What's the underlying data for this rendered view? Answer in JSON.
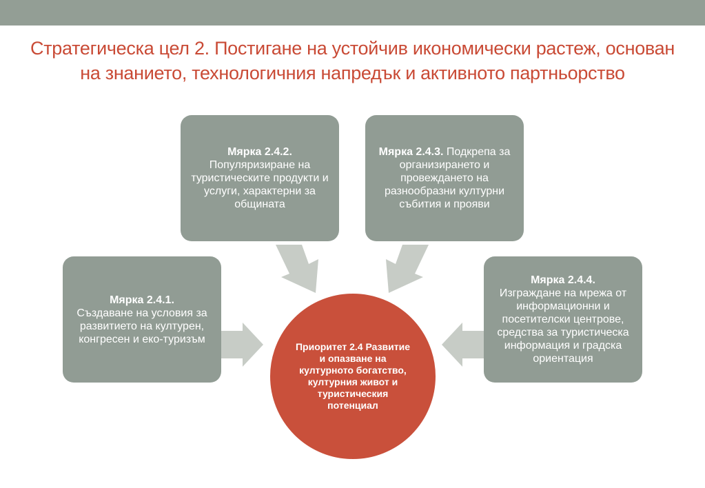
{
  "title": "Стратегическа цел 2. Постигане на устойчив икономически растеж, основан на знанието, технологичния напредък и активното партньорство",
  "measures": [
    {
      "heading": "Мярка 2.4.1.",
      "text": "Създаване на условия за развитието на културен, конгресен и еко-туризъм"
    },
    {
      "heading": "Мярка 2.4.2.",
      "text": "Популяризиране  на туристическите продукти и услуги, характерни за общината"
    },
    {
      "heading": "Мярка 2.4.3.",
      "text": "Подкрепа за организирането и провеждането на разнообразни културни събития и прояви"
    },
    {
      "heading": "Мярка 2.4.4.",
      "text": "Изграждане на мрежа от информационни и посетителски центрове, средства за туристическа информация и градска ориентация"
    }
  ],
  "priority": "Приоритет 2.4 Развитие и опазване на културното богатство, културния живот и туристическия потенциал",
  "colors": {
    "box": "#919c94",
    "center": "#c9503b",
    "title": "#c94a35",
    "arrow": "#c7ccc6",
    "band": "#939e95"
  }
}
